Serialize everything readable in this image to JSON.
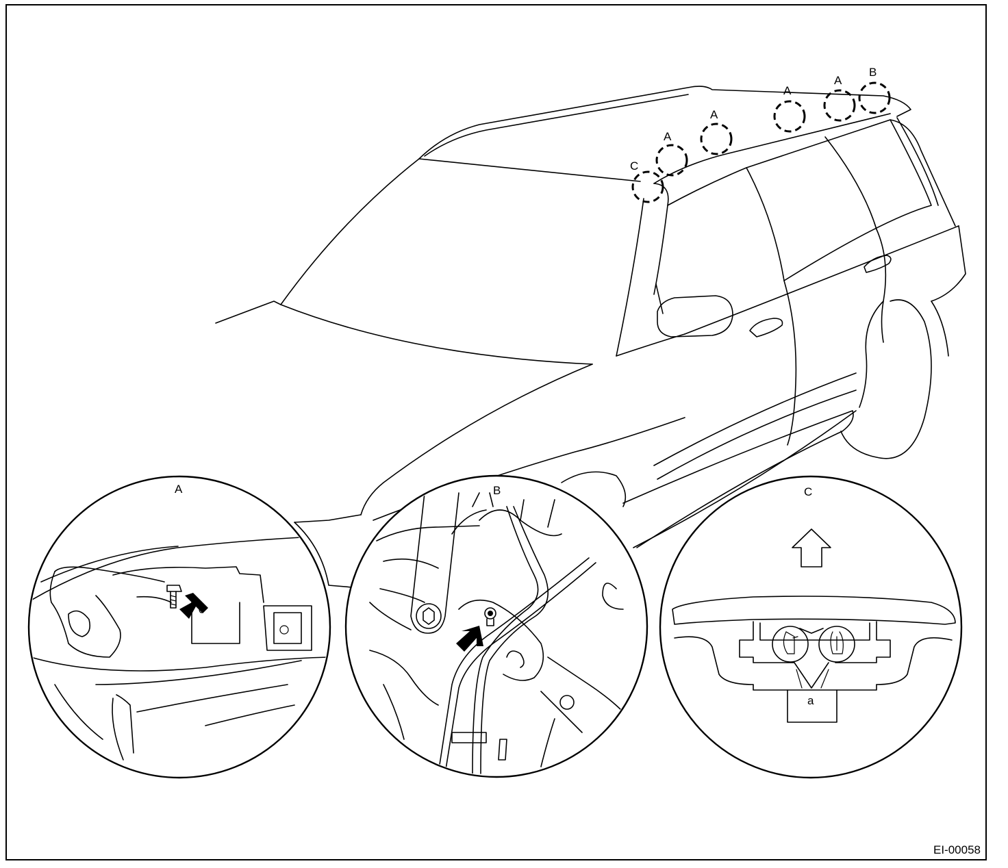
{
  "figure_id": "EI-00058",
  "callouts": {
    "a1": "A",
    "a2": "A",
    "a3": "A",
    "a4": "A",
    "b": "B",
    "c": "C"
  },
  "details": {
    "a": {
      "title": "A"
    },
    "b": {
      "title": "B"
    },
    "c": {
      "title": "C",
      "part_label": "a"
    }
  },
  "colors": {
    "line": "#000000",
    "background": "#ffffff"
  },
  "icons": [
    "arrow-pointer-icon",
    "up-arrow-icon",
    "clip-icon"
  ]
}
